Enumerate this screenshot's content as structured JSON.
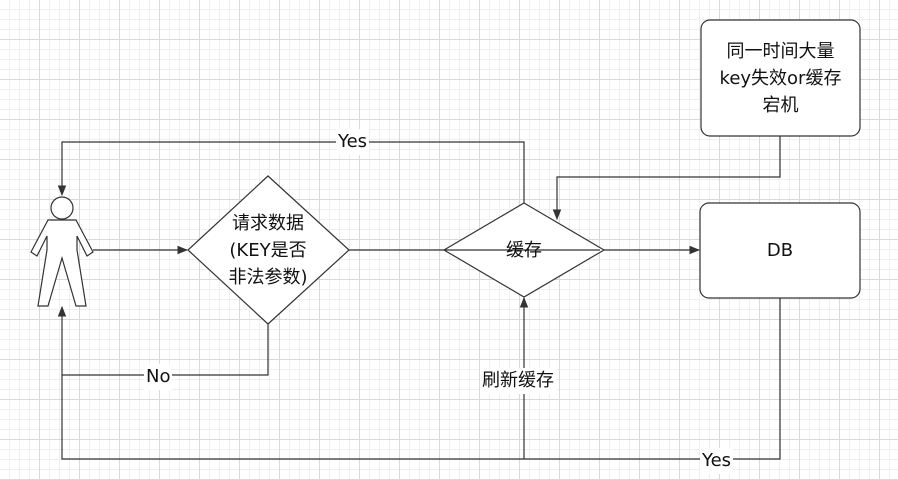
{
  "nodes": {
    "request": {
      "lines": [
        "请求数据",
        "(KEY是否",
        "非法参数)"
      ]
    },
    "cache": {
      "label": "缓存"
    },
    "db": {
      "label": "DB"
    },
    "note": {
      "lines": [
        "同一时间大量",
        "key失效or缓存",
        "宕机"
      ]
    }
  },
  "edges": {
    "yes_top": "Yes",
    "no": "No",
    "refresh": "刷新缓存",
    "yes_bottom": "Yes"
  },
  "colors": {
    "stroke": "#333333",
    "fill": "#ffffff"
  }
}
